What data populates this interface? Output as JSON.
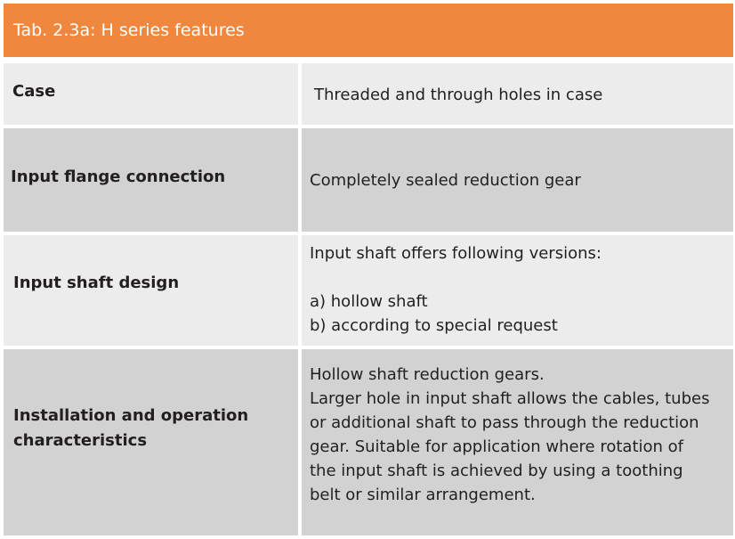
{
  "title": "Tab. 2.3a: H series features",
  "rows": [
    {
      "label": "Case",
      "lines": [
        "Threaded and through holes in case"
      ]
    },
    {
      "label": "Input flange connection",
      "lines": [
        "Completely sealed reduction gear"
      ]
    },
    {
      "label": "Input shaft design",
      "lines": [
        "Input shaft offers following versions:",
        "a) hollow shaft",
        "b) according to special request"
      ]
    },
    {
      "label_lines": [
        "Installation and operation",
        "characteristics"
      ],
      "lines": [
        "Hollow shaft reduction gears.",
        "Larger hole in input shaft allows the cables, tubes",
        "or additional shaft to pass through the reduction",
        "gear. Suitable for application where rotation of",
        "the input shaft is achieved by using  a toothing",
        "belt or similar arrangement."
      ]
    }
  ]
}
